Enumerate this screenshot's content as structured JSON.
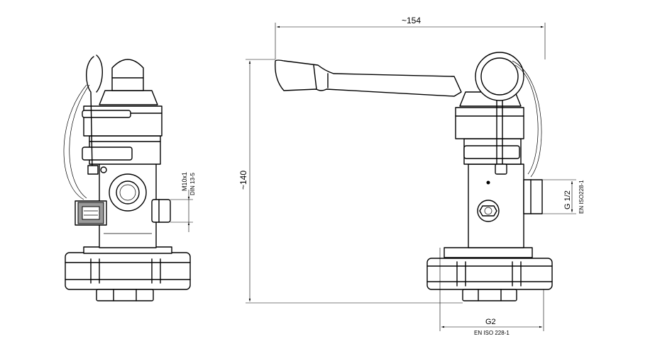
{
  "drawing": {
    "dimensions": {
      "overall_width": "~154",
      "overall_height": "~140",
      "side_port_thread": "M10x1",
      "side_port_standard": "DIN 13-5",
      "outlet_thread": "G 1/2",
      "outlet_standard": "EN ISO228-1",
      "base_thread": "G2",
      "base_standard": "EN ISO 228-1"
    }
  }
}
